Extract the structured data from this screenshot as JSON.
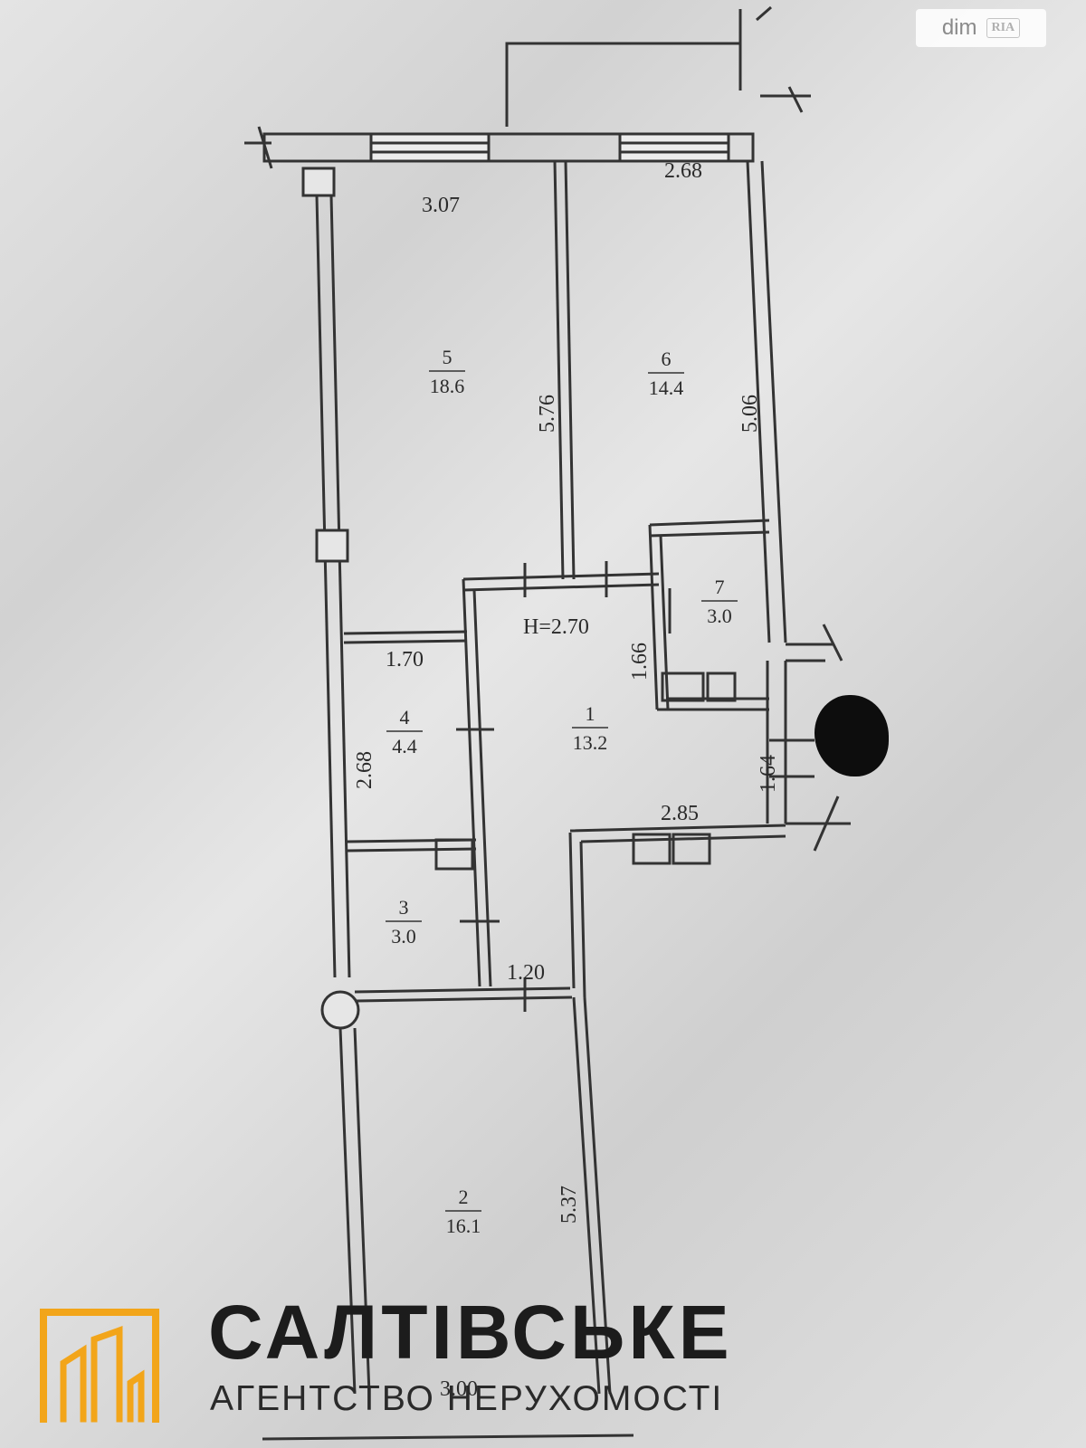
{
  "watermark": {
    "text_a": "dim",
    "text_b": "RIA"
  },
  "ceiling_height": "H=2.70",
  "rooms": [
    {
      "number": "1",
      "area": "13.2"
    },
    {
      "number": "2",
      "area": "16.1"
    },
    {
      "number": "3",
      "area": "3.0"
    },
    {
      "number": "4",
      "area": "4.4"
    },
    {
      "number": "5",
      "area": "18.6"
    },
    {
      "number": "6",
      "area": "14.4"
    },
    {
      "number": "7",
      "area": "3.0"
    }
  ],
  "dimensions": [
    "3.07",
    "2.68",
    "5.76",
    "5.06",
    "1.70",
    "1.66",
    "2.68",
    "1.64",
    "2.85",
    "1.20",
    "5.37",
    "3.00"
  ],
  "brand": {
    "name": "САЛТІВСЬКЕ",
    "tagline": "АГЕНТСТВО НЕРУХОМОСТІ",
    "accent_color": "#f2a51a"
  }
}
